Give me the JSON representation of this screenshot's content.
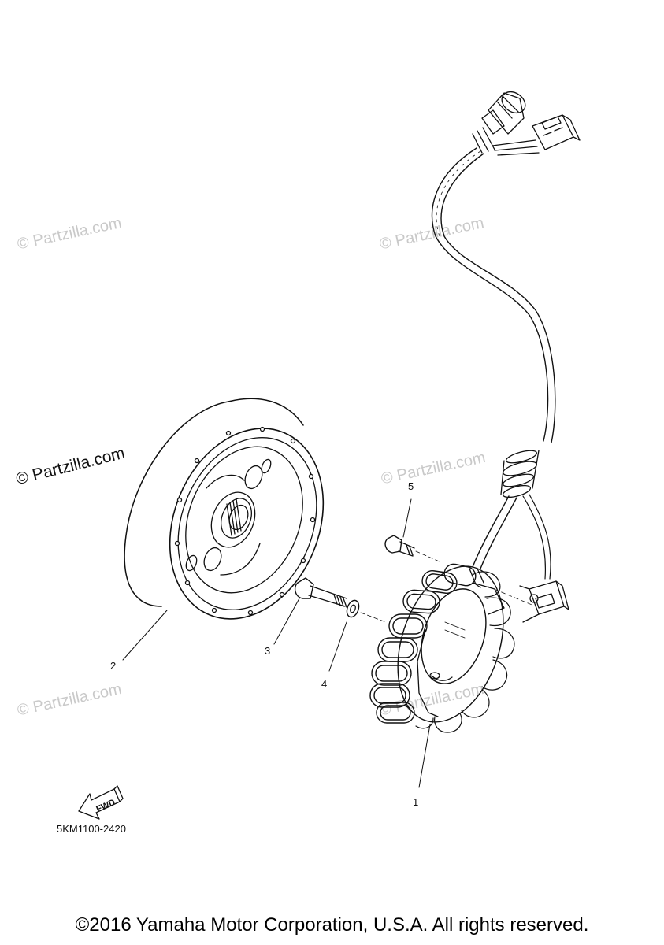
{
  "watermarks": {
    "faint": "© Partzilla.com",
    "strong": "© Partzilla.com"
  },
  "callouts": {
    "stator": "1",
    "rotor": "2",
    "long_bolt": "3",
    "washer": "4",
    "short_bolt": "5"
  },
  "direction_label": "FWD",
  "diagram_code": "5KM1100-2420",
  "copyright": "©2016 Yamaha Motor Corporation, U.S.A. All rights reserved."
}
